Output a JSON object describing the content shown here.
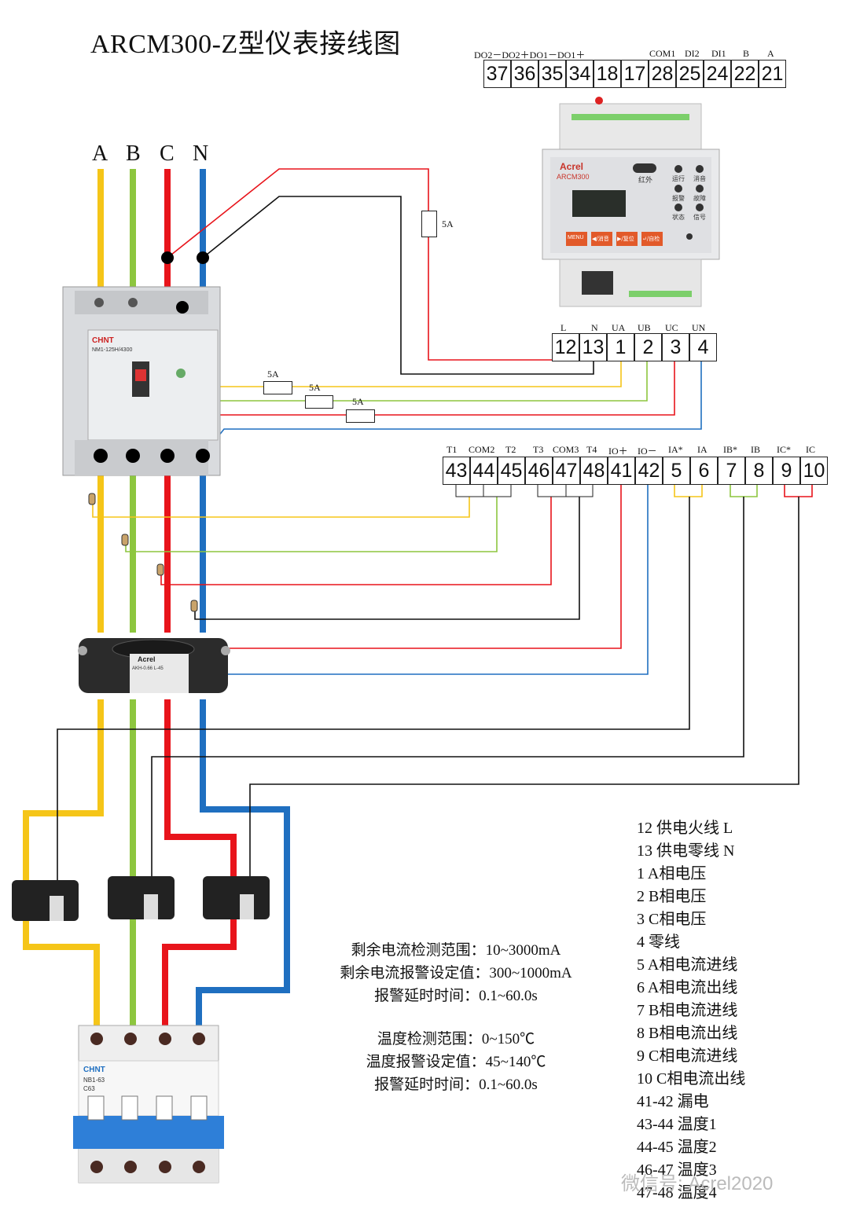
{
  "title": "ARCM300-Z型仪表接线图",
  "phases": [
    "A",
    "B",
    "C",
    "N"
  ],
  "top_terminals": {
    "labels": [
      "DO2－DO2＋DO1－DO1＋",
      "COM1",
      "DI2",
      "DI1",
      "B",
      "A"
    ],
    "numbers": [
      "37",
      "36",
      "35",
      "34",
      "18",
      "17",
      "28",
      "25",
      "24",
      "22",
      "21"
    ]
  },
  "meter": {
    "brand": "Acrel",
    "model": "ARCM300",
    "ir_label": "红外",
    "leds": [
      "运行",
      "消音",
      "报警",
      "故障",
      "状态",
      "信号"
    ],
    "buttons": [
      "MENU",
      "◀/消音",
      "▶/复位",
      "↵/自检"
    ]
  },
  "power_terminals": {
    "labels": [
      "L",
      "N",
      "UA",
      "UB",
      "UC",
      "UN"
    ],
    "numbers": [
      "12",
      "13",
      "1",
      "2",
      "3",
      "4"
    ]
  },
  "signal_terminals": {
    "labels": [
      "T1",
      "COM2",
      "T2",
      "T3",
      "COM3",
      "T4",
      "IO＋",
      "IO－",
      "IA*",
      "IA",
      "IB*",
      "IB",
      "IC*",
      "IC"
    ],
    "numbers": [
      "43",
      "44",
      "45",
      "46",
      "47",
      "48",
      "41",
      "42",
      "5",
      "6",
      "7",
      "8",
      "9",
      "10"
    ]
  },
  "fuse_label": "5A",
  "breaker_top": {
    "brand": "CHNT",
    "model": "NM1-125H/4300"
  },
  "breaker_bottom": {
    "brand": "CHNT",
    "model": "NB1-63",
    "rating": "C63"
  },
  "residual_ct": {
    "brand": "Acrel",
    "model": "AKH-0.66 L-45"
  },
  "colors": {
    "A": "#f5c518",
    "B": "#8dc63f",
    "C": "#e8141b",
    "N": "#1f6fc0"
  },
  "specs_residual": [
    "剩余电流检测范围：10~3000mA",
    "剩余电流报警设定值：300~1000mA",
    "报警延时时间：0.1~60.0s"
  ],
  "specs_temp": [
    "温度检测范围：0~150℃",
    "温度报警设定值：45~140℃",
    "报警延时时间：0.1~60.0s"
  ],
  "legend": [
    "12  供电火线 L",
    "13  供电零线 N",
    " 1  A相电压",
    " 2  B相电压",
    " 3  C相电压",
    " 4  零线",
    " 5  A相电流进线",
    " 6  A相电流出线",
    " 7  B相电流进线",
    " 8  B相电流出线",
    " 9  C相电流进线",
    "10  C相电流出线",
    "41-42 漏电",
    "43-44 温度1",
    "44-45 温度2",
    "46-47 温度3",
    "47-48 温度4"
  ],
  "watermark": "微信号: Acrel2020"
}
